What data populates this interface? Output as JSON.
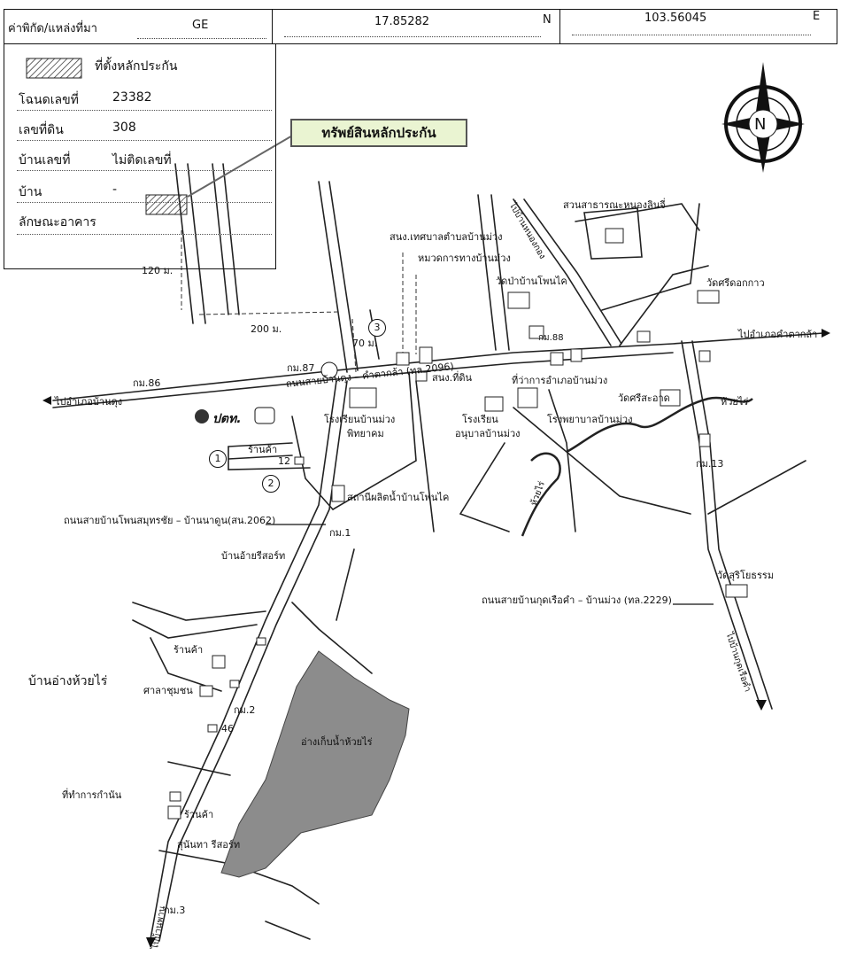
{
  "header": {
    "coord_label": "ค่าพิกัด/แหล่งที่มา",
    "source": "GE",
    "latitude": "17.85282",
    "lat_unit": "N",
    "longitude": "103.56045",
    "lon_unit": "E"
  },
  "legend": {
    "collateral_label": "ที่ตั้งหลักประกัน",
    "deed_label": "โฉนดเลขที่",
    "deed_value": "23382",
    "land_no_label": "เลขที่ดิน",
    "land_no_value": "308",
    "house_no_label": "บ้านเลขที่",
    "house_no_value": "ไม่ติดเลขที่",
    "village_label": "บ้าน",
    "village_value": "-",
    "building_label": "ลักษณะอาคาร",
    "building_value": ""
  },
  "map": {
    "callout": "ทรัพย์สินหลักประกัน",
    "compass_letter": "N",
    "dist_120": "120 ม.",
    "dist_200": "200 ม.",
    "dist_70": "70 ม.",
    "markers": [
      "1",
      "2",
      "3"
    ],
    "labels": {
      "to_ban_dung": "ไปอำเภอบ้านดุง",
      "to_kham_ta_kla": "ไปอำเภอคำตากล้า",
      "km86": "กม.86",
      "km87": "กม.87",
      "km88": "กม.88",
      "km13": "กม.13",
      "km1": "กม.1",
      "km2": "กม.2",
      "km3": "กม.3",
      "road_ban_dung": "ถนนสายบ้านดุง – คำตากล้า (ทล.2096)",
      "ptt": "ปตท.",
      "shop_12": "ร้านค้า",
      "house_12": "12",
      "school_muang": "โรงเรียนบ้านม่วง",
      "school_muang_2": "พิทยาคม",
      "municipal_office": "สนง.เทศบาลตำบลบ้านม่วง",
      "highway_dept": "หมวดการทางบ้านม่วง",
      "land_office": "สนง.ที่ดิน",
      "district_office": "ที่ว่าการอำเภอบ้านม่วง",
      "kindergarten": "โรงเรียน",
      "kindergarten_2": "อนุบาลบ้านม่วง",
      "hospital": "โรงพยาบาลบ้านม่วง",
      "wat_phon_khai": "วัดป่าบ้านโพนไค",
      "park": "สวนสาธารณะหนองลินจี่",
      "to_nong_kong": "ไปบ้านหนองกอง",
      "wat_si_dok_kao": "วัดศรีดอกกาว",
      "wat_si_sa_at": "วัดศรีสะอาด",
      "huai_rai_1": "ห้วยไร่",
      "huai_rai_2": "ห้วยไร่",
      "water_plant": "สถานีผลิตน้ำบ้านโพนไค",
      "road_2062": "ถนนสายบ้านโพนสมุทรชัย – บ้านนาดูน(สน.2062)",
      "resort_ai_yari": "บ้านอ้ายรีสอร์ท",
      "wat_surio": "วัดสุริโยธรรม",
      "road_2229": "ถนนสายบ้านกุดเรือคำ – บ้านม่วง (ทล.2229)",
      "to_kut_ruea_kham": "ไปบ้านกุดเรือคำ",
      "shop_2": "ร้านค้า",
      "village_ang_huai_rai": "บ้านอ่างห้วยไร่",
      "community_hall": "ศาลาชุมชน",
      "house_46": "46",
      "reservoir": "อ่างเก็บน้ำห้วยไร่",
      "kamnan_office": "ที่ทำการกำนัน",
      "shop_3": "ร้านค้า",
      "resort_sunantha": "สุนันทา รีสอร์ท",
      "to_ban_phan": "ไปบ้านพาน"
    }
  },
  "colors": {
    "reservoir": "#8c8c8c",
    "callout_bg": "#eaf4d2",
    "line": "#222222"
  }
}
